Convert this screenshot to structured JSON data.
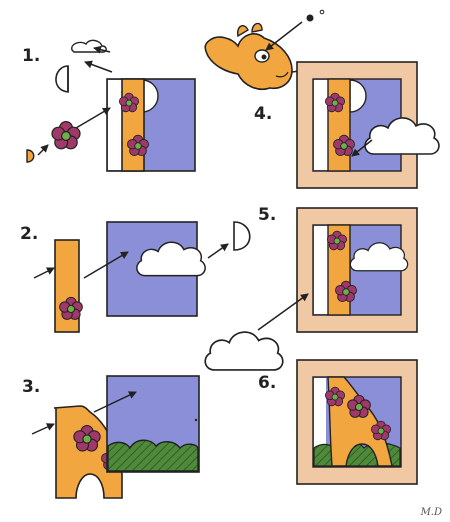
{
  "steps": [
    {
      "label": "1."
    },
    {
      "label": "2."
    },
    {
      "label": "3."
    },
    {
      "label": "4."
    },
    {
      "label": "5."
    },
    {
      "label": "6."
    }
  ],
  "signature": "M.D",
  "colors": {
    "sky": "#8a8fd8",
    "orange": "#f2a640",
    "flower": "#a0396a",
    "flower_center": "#6cb04a",
    "frame": "#f1c8a4",
    "cloud": "#ffffff",
    "grass": "#4f8a3a",
    "outline": "#222222"
  }
}
